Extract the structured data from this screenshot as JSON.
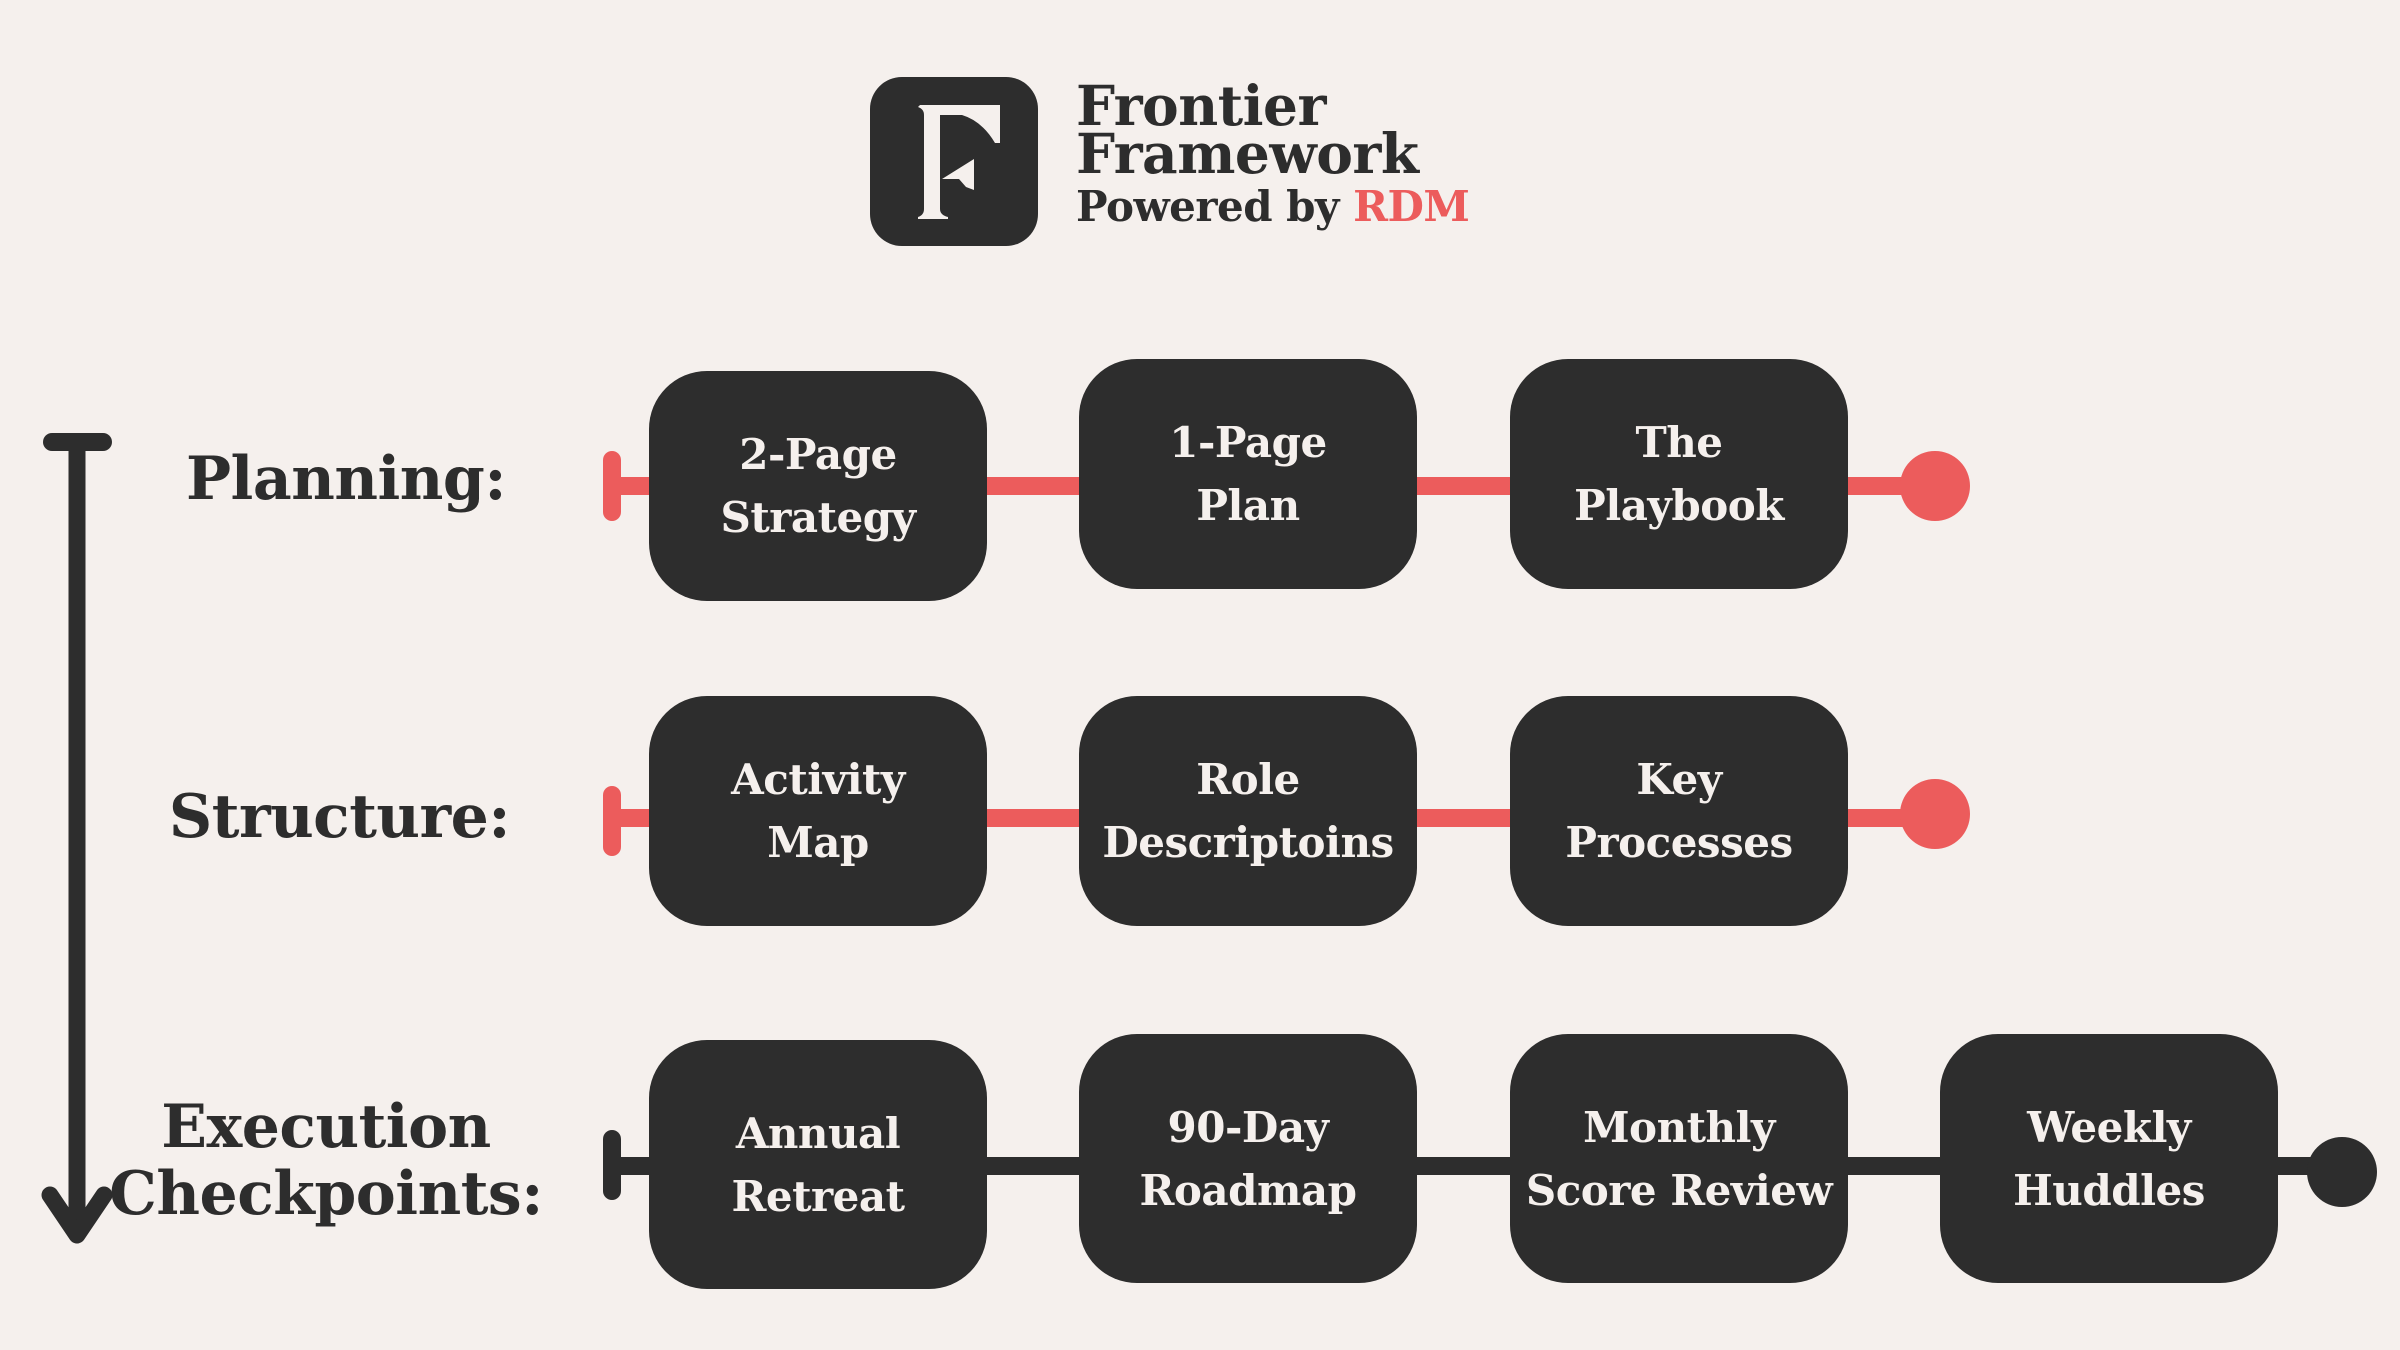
{
  "header": {
    "logo_letter": "F",
    "title_line1": "Frontier",
    "title_line2": "Framework",
    "powered_by": "Powered by",
    "brand": "RDM"
  },
  "colors": {
    "background": "#f5f0ed",
    "dark": "#2d2d2d",
    "accent_red": "#ec5c5c",
    "box_text": "#f5f0ed"
  },
  "flow_arrow": {
    "direction": "down"
  },
  "rows": [
    {
      "label": "Planning:",
      "line_color": "red",
      "items": [
        {
          "line1": "2-Page",
          "line2": "Strategy"
        },
        {
          "line1": "1-Page",
          "line2": "Plan"
        },
        {
          "line1": "The",
          "line2": "Playbook"
        }
      ]
    },
    {
      "label": "Structure:",
      "line_color": "red",
      "items": [
        {
          "line1": "Activity",
          "line2": "Map"
        },
        {
          "line1": "Role",
          "line2": "Descriptoins"
        },
        {
          "line1": "Key",
          "line2": "Processes"
        }
      ]
    },
    {
      "label_line1": "Execution",
      "label_line2": "Checkpoints:",
      "line_color": "dark",
      "items": [
        {
          "line1": "Annual",
          "line2": "Retreat"
        },
        {
          "line1": "90-Day",
          "line2": "Roadmap"
        },
        {
          "line1": "Monthly",
          "line2": "Score Review"
        },
        {
          "line1": "Weekly",
          "line2": "Huddles"
        }
      ]
    }
  ]
}
